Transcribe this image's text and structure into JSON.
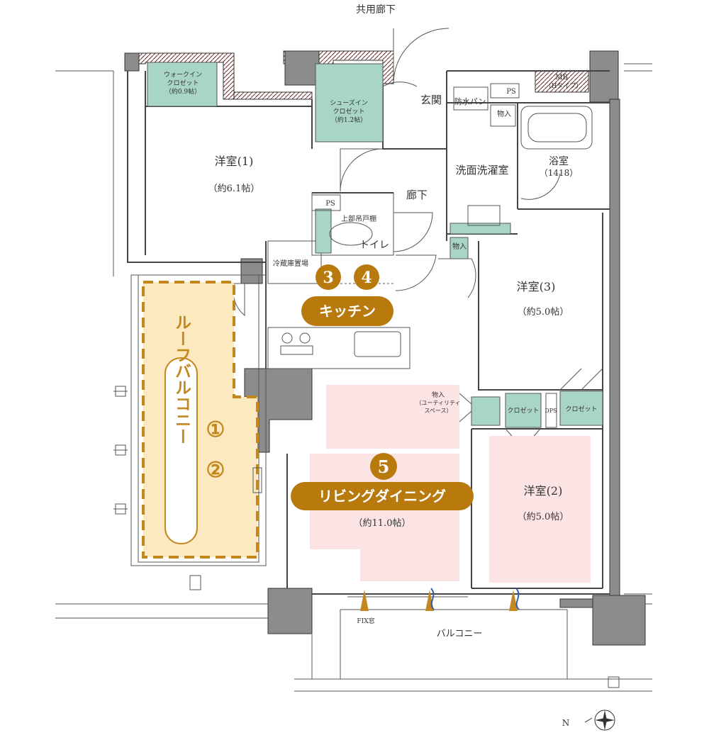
{
  "labels": {
    "corridor_common": "共用廊下",
    "entrance": "玄関",
    "hallway": "廊下",
    "walkin_closet": [
      "ウォークイン",
      "クロゼット",
      "（約0.9帖）"
    ],
    "shoes_closet": [
      "シューズイン",
      "クロゼット",
      "（約1.2帖）"
    ],
    "room1": "洋室(1)",
    "room1_size": "（約6.1帖）",
    "room2": "洋室(2)",
    "room2_size": "（約5.0帖）",
    "room3": "洋室(3)",
    "room3_size": "（約5.0帖）",
    "washroom": "洗面洗濯室",
    "bathroom": "浴室",
    "bath_size": "（1418）",
    "waterproof_pan": "防水パン",
    "storage": "物入",
    "ps": "PS",
    "mb": "MB",
    "mb_type": "（Hタイプ）",
    "toilet": "トイレ",
    "upper_cabinet": "上部吊戸棚",
    "fridge": "冷蔵庫置場",
    "kitchen": "キッチン",
    "living": "リビングダイニング",
    "living_size": "（約11.0帖）",
    "utility_storage": [
      "物入",
      "（ユーティリティ",
      "スペース）"
    ],
    "closet": "クロゼット",
    "dps": "DPS",
    "balcony": "バルコニー",
    "roof_balcony": "ルーフバルコニー",
    "fix_window": "FIX窓",
    "compass_n": "N"
  },
  "markers": {
    "kitchen_3": "3",
    "kitchen_4": "4",
    "roof_1": "①",
    "roof_2": "②",
    "living_5": "5"
  },
  "colors": {
    "badge": "#b8790d",
    "roof_fill": "#fde9bf",
    "roof_border": "#c3871d",
    "closet": "#a8d5c8",
    "highlight": "#fce4e4",
    "wall": "#8c8c8c"
  }
}
